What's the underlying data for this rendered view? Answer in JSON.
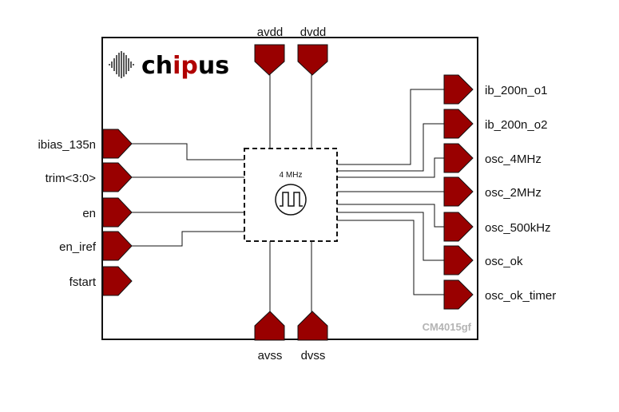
{
  "logo": {
    "text_parts": [
      "ch",
      "ip",
      "us"
    ],
    "colors": [
      "#111111",
      "#b00000",
      "#111111"
    ]
  },
  "part_number": "CM4015gf",
  "core": {
    "frequency": "4 MHz",
    "icon": "square-wave-icon"
  },
  "pins": {
    "top": [
      "avdd",
      "dvdd"
    ],
    "bottom": [
      "avss",
      "dvss"
    ],
    "left": [
      "ibias_135n",
      "trim<3:0>",
      "en",
      "en_iref",
      "fstart"
    ],
    "right": [
      "ib_200n_o1",
      "ib_200n_o2",
      "osc_4MHz",
      "osc_2MHz",
      "osc_500kHz",
      "osc_ok",
      "osc_ok_timer"
    ]
  },
  "colors": {
    "pin_fill": "#990000",
    "outline": "#111111",
    "part_label": "#b4b4b4"
  }
}
